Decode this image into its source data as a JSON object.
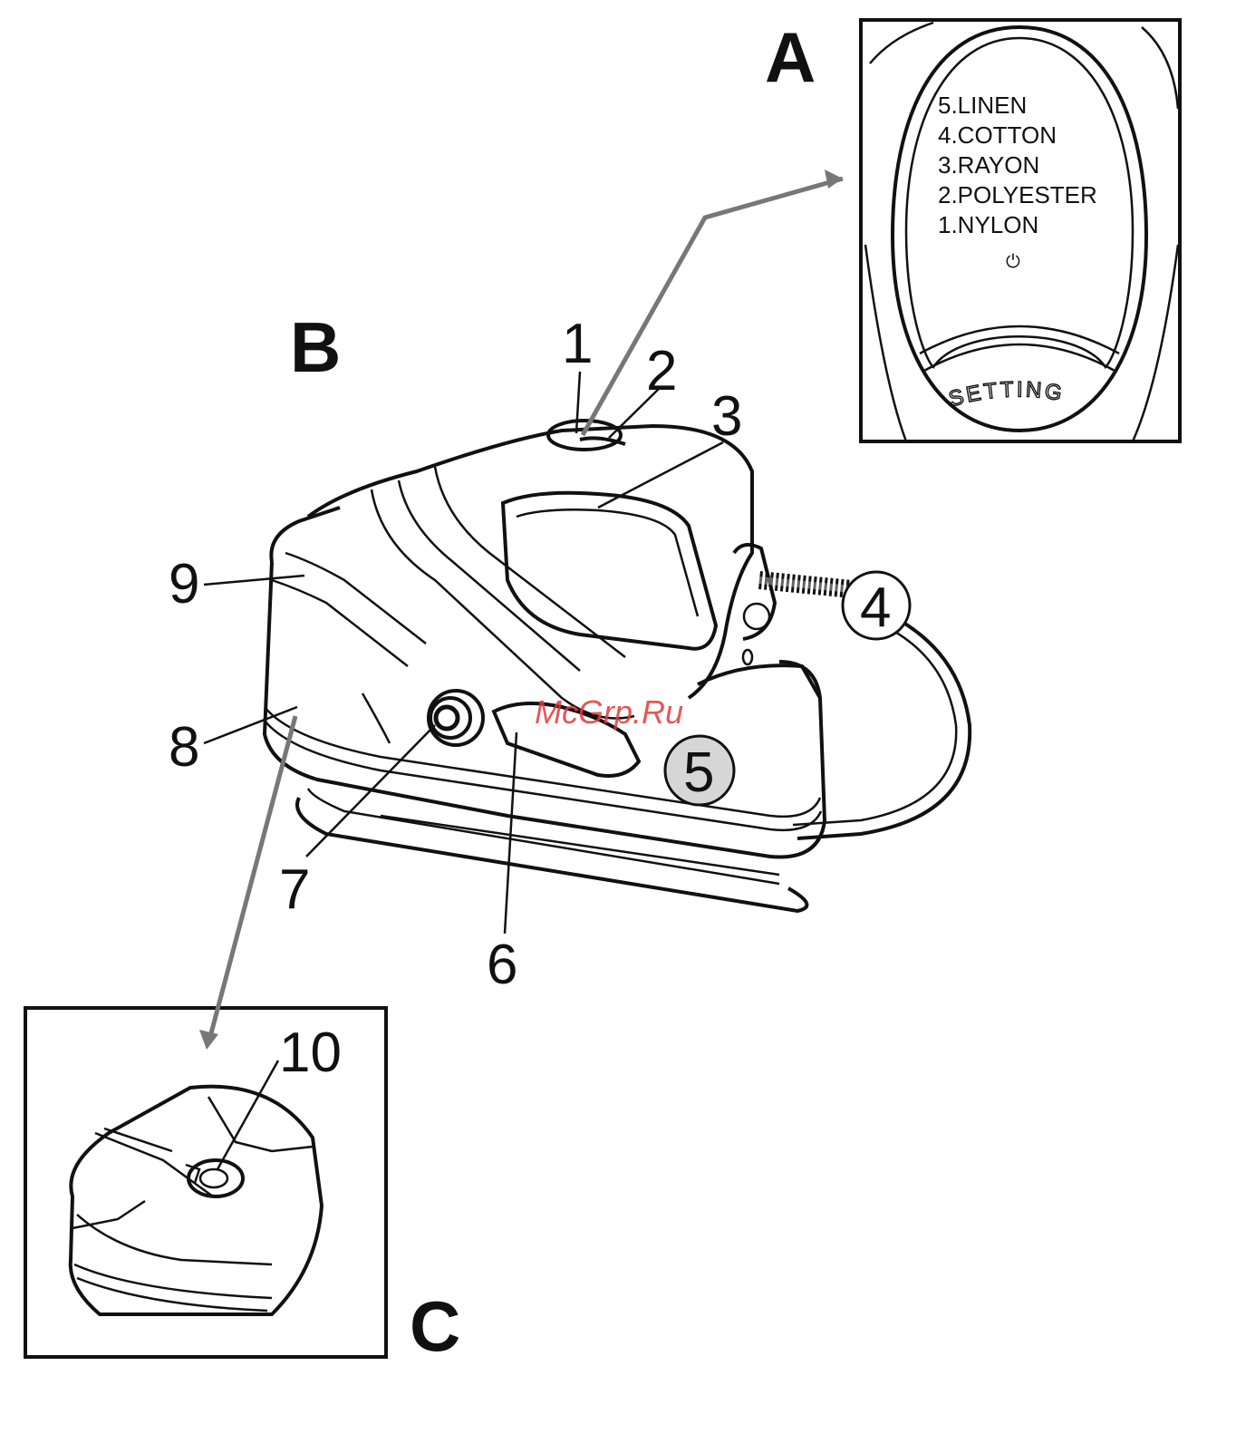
{
  "panels": {
    "a": {
      "letter": "A"
    },
    "b": {
      "letter": "B"
    },
    "c": {
      "letter": "C"
    }
  },
  "settings": {
    "items": [
      "5.LINEN",
      "4.COTTON",
      "3.RAYON",
      "2.POLYESTER",
      "1.NYLON"
    ],
    "power_symbol": "⏻",
    "dial_label": "SETTING"
  },
  "callouts": {
    "n1": "1",
    "n2": "2",
    "n3": "3",
    "n4": "4",
    "n5": "5",
    "n6": "6",
    "n7": "7",
    "n8": "8",
    "n9": "9",
    "n10": "10"
  },
  "watermark": "McGrp.Ru",
  "colors": {
    "line": "#111111",
    "arrow": "#777777",
    "badge": "#d6d6d6",
    "watermark": "#e23a3a"
  }
}
